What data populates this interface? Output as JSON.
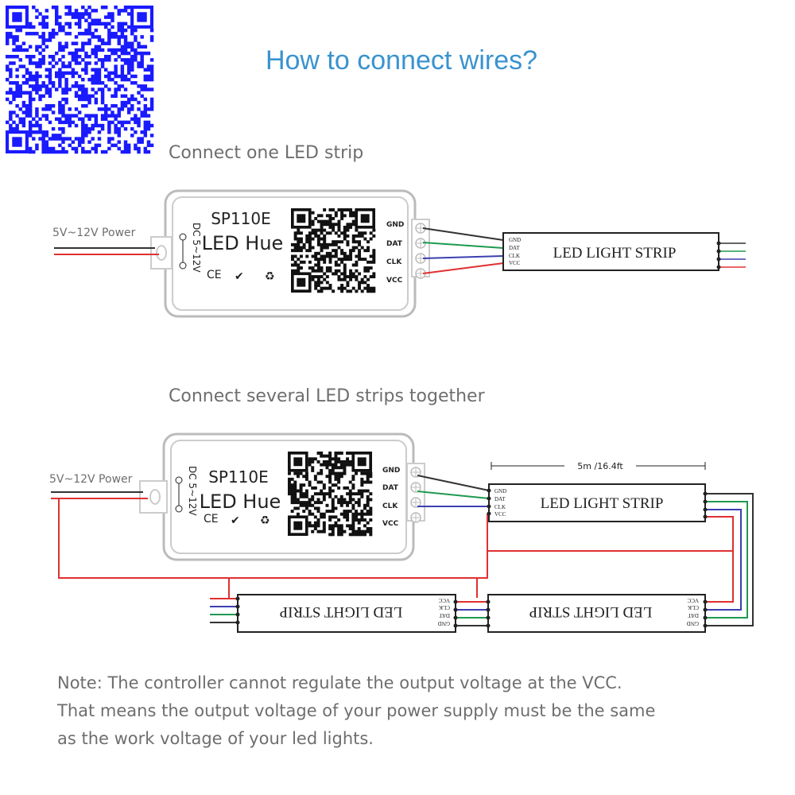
{
  "title": "How to connect wires?",
  "sections": {
    "single": "Connect one LED strip",
    "multi": "Connect several LED strips together"
  },
  "controller": {
    "model": "SP110E",
    "brand": "LED Hue",
    "dc_label": "DC 5~12V",
    "power_label": "5V~12V Power",
    "marks": {
      "ce": "CE",
      "check": "✔",
      "recycle": "♻"
    },
    "pins": [
      "GND",
      "DAT",
      "CLK",
      "VCC"
    ]
  },
  "strip": {
    "label": "LED LIGHT STRIP",
    "pins": [
      "GND",
      "DAT",
      "CLK",
      "VCC"
    ],
    "length": "5m /16.4ft"
  },
  "wire_colors": {
    "gnd": "#333333",
    "dat": "#1f9a4f",
    "clk": "#3b3fb0",
    "vcc": "#e03030"
  },
  "note": {
    "line1": "Note:  The controller cannot regulate the output voltage at the VCC.",
    "line2": "That means the output voltage of your power supply must be the same",
    "line3": "as the work voltage of your led lights."
  },
  "qr_color": "#1a1aff"
}
